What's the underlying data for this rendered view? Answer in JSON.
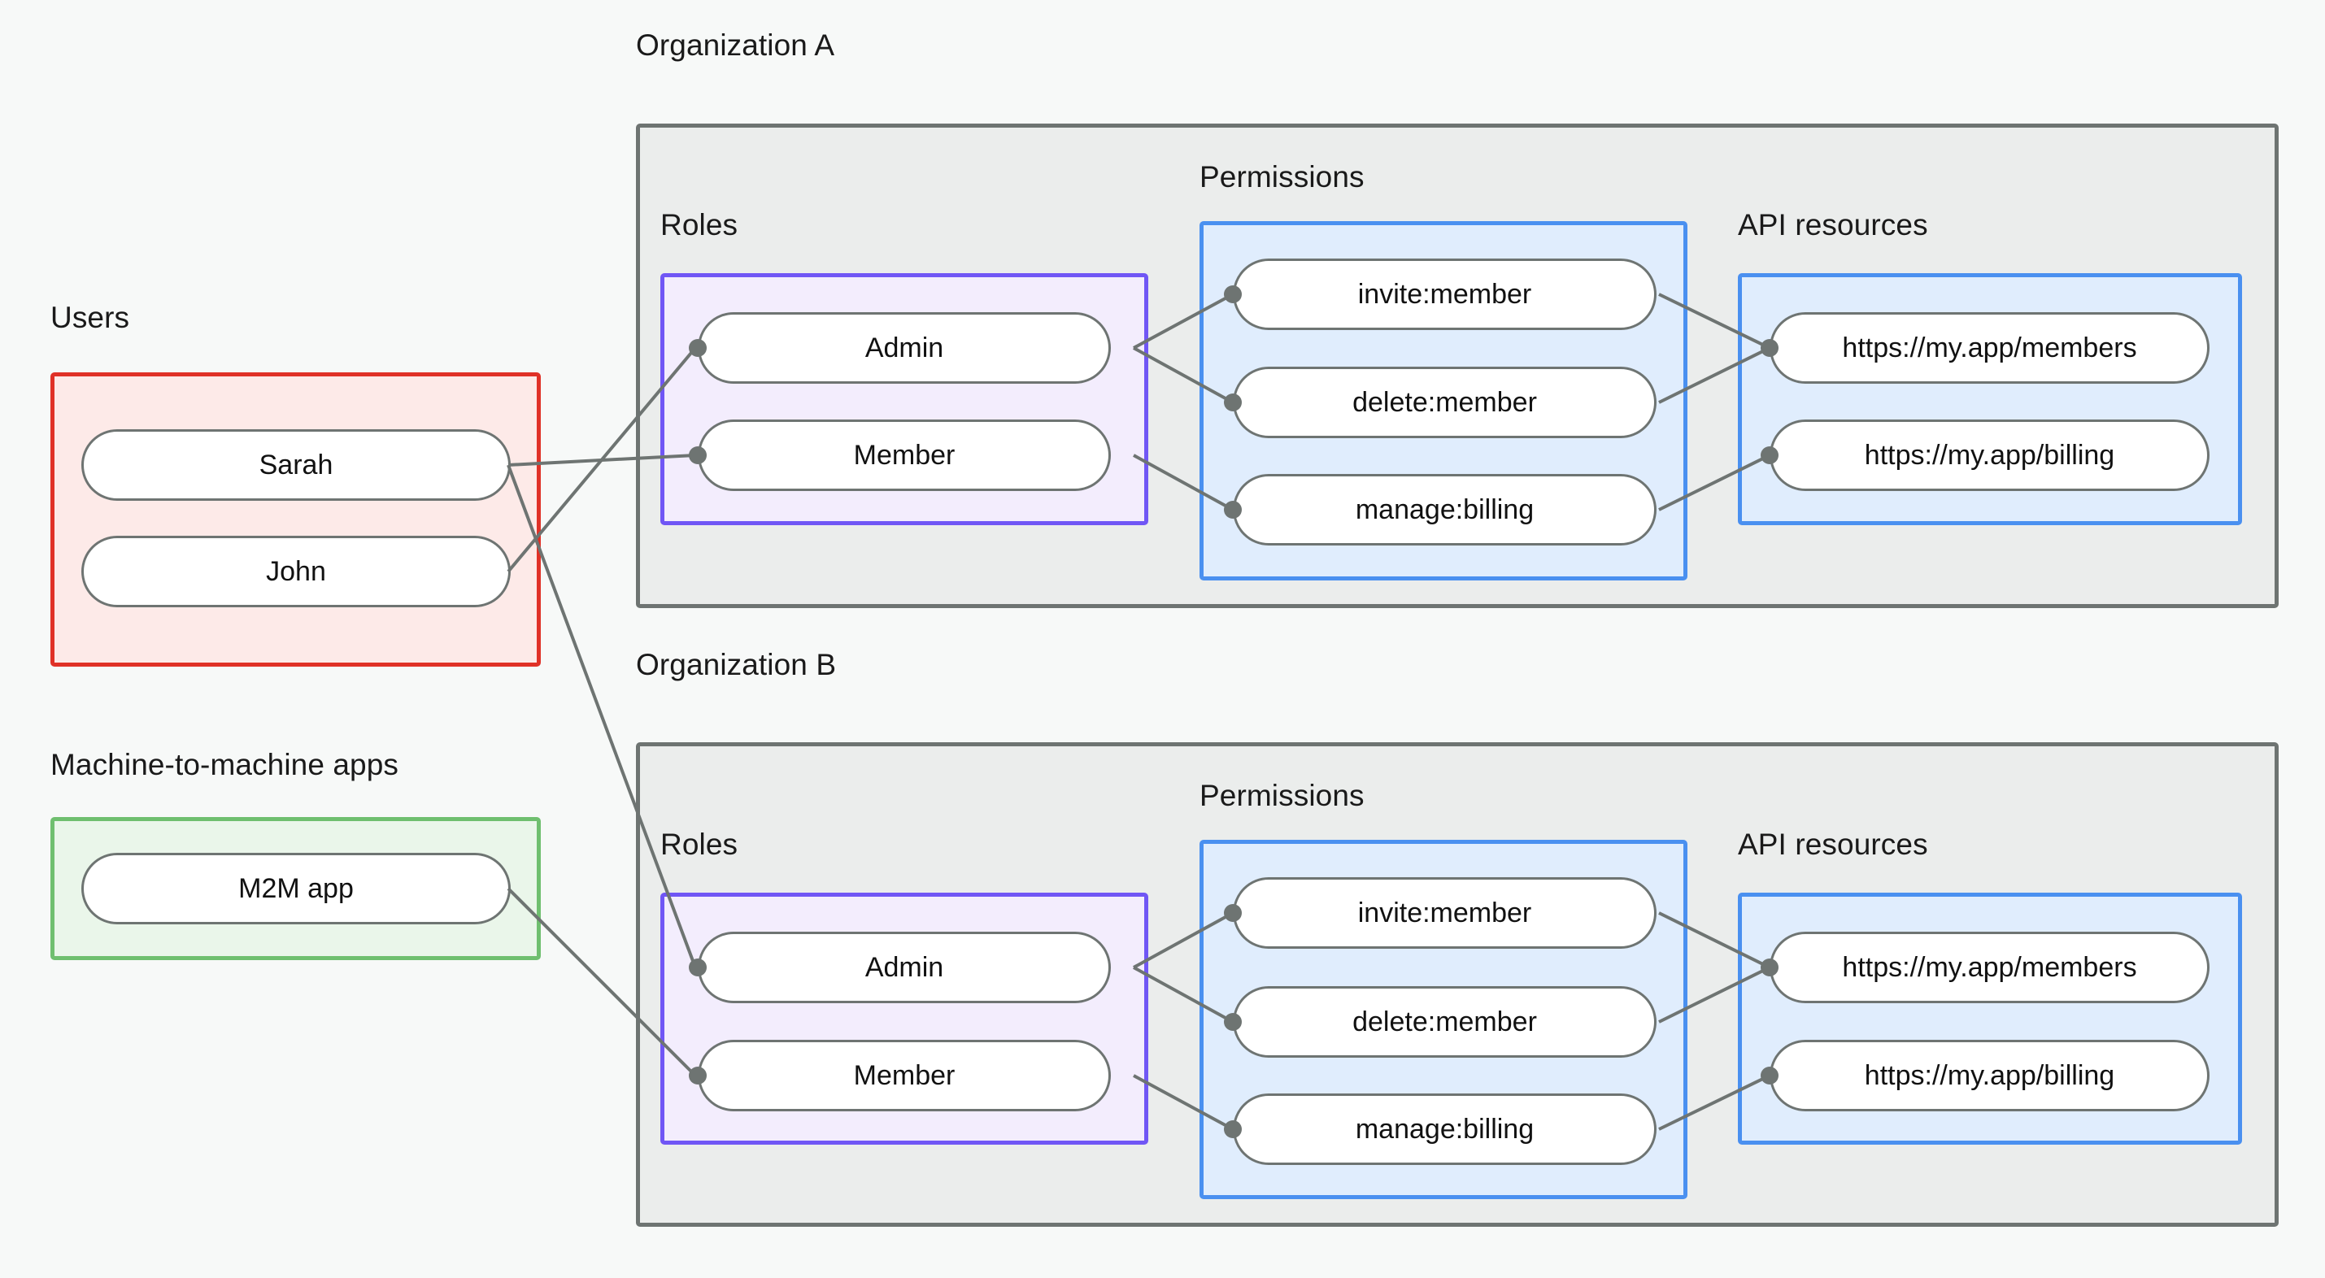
{
  "diagram": {
    "title_hidden": "",
    "groups": {
      "users": {
        "label": "Users"
      },
      "m2m": {
        "label": "Machine-to-machine apps"
      },
      "org_a": {
        "label": "Organization A"
      },
      "org_b": {
        "label": "Organization B"
      },
      "roles": {
        "label": "Roles"
      },
      "permissions": {
        "label": "Permissions"
      },
      "api_resources": {
        "label": "API resources"
      }
    },
    "users": [
      {
        "label": "Sarah"
      },
      {
        "label": "John"
      }
    ],
    "m2m_apps": [
      {
        "label": "M2M app"
      }
    ],
    "organizations": [
      {
        "name": "Organization A",
        "roles_label": "Roles",
        "permissions_label": "Permissions",
        "api_resources_label": "API resources",
        "roles": [
          {
            "label": "Admin"
          },
          {
            "label": "Member"
          }
        ],
        "permissions": [
          {
            "label": "invite:member"
          },
          {
            "label": "delete:member"
          },
          {
            "label": "manage:billing"
          }
        ],
        "api_resources": [
          {
            "label": "https://my.app/members"
          },
          {
            "label": "https://my.app/billing"
          }
        ]
      },
      {
        "name": "Organization B",
        "roles_label": "Roles",
        "permissions_label": "Permissions",
        "api_resources_label": "API resources",
        "roles": [
          {
            "label": "Admin"
          },
          {
            "label": "Member"
          }
        ],
        "permissions": [
          {
            "label": "invite:member"
          },
          {
            "label": "delete:member"
          },
          {
            "label": "manage:billing"
          }
        ],
        "api_resources": [
          {
            "label": "https://my.app/members"
          },
          {
            "label": "https://my.app/billing"
          }
        ]
      }
    ],
    "connections": [
      {
        "from": "Sarah",
        "to": "Organization A / Member"
      },
      {
        "from": "John",
        "to": "Organization A / Admin"
      },
      {
        "from": "Sarah",
        "to": "Organization B / Admin"
      },
      {
        "from": "M2M app",
        "to": "Organization B / Member"
      },
      {
        "from": "Organization A / Admin",
        "to": "invite:member"
      },
      {
        "from": "Organization A / Admin",
        "to": "delete:member"
      },
      {
        "from": "Organization A / Member",
        "to": "manage:billing"
      },
      {
        "from": "invite:member",
        "to": "https://my.app/members"
      },
      {
        "from": "delete:member",
        "to": "https://my.app/members"
      },
      {
        "from": "manage:billing",
        "to": "https://my.app/billing"
      },
      {
        "from": "Organization B / Admin",
        "to": "invite:member"
      },
      {
        "from": "Organization B / Admin",
        "to": "delete:member"
      },
      {
        "from": "Organization B / Member",
        "to": "manage:billing"
      },
      {
        "from": "invite:member",
        "to": "https://my.app/members"
      },
      {
        "from": "delete:member",
        "to": "https://my.app/members"
      },
      {
        "from": "manage:billing",
        "to": "https://my.app/billing"
      }
    ],
    "colors": {
      "page_background": "#f7f9f8",
      "users_border": "#e03127",
      "users_fill": "#fdeae8",
      "m2m_border": "#6fbf6f",
      "m2m_fill": "#eaf6ea",
      "org_border": "#6e7472",
      "org_fill": "#ebedec",
      "roles_border": "#7056f5",
      "roles_fill": "#f3edfd",
      "blue_border": "#4a90f0",
      "blue_fill": "#e0edfd",
      "node_border": "#6e7472",
      "node_fill": "#ffffff",
      "edge": "#6e7472",
      "text": "#111111"
    }
  }
}
